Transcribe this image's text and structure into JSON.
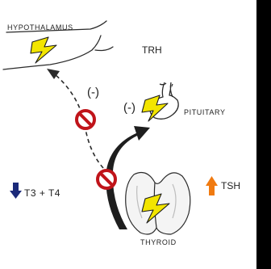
{
  "labels": {
    "hypothalamus": "HYPOTHALAMUS",
    "trh": "TRH",
    "pituitary": "PITUITARY",
    "thyroid": "THYROID",
    "neg_hypothalamus": "(-)",
    "neg_pituitary": "(-)",
    "hormones": "T3 + T4",
    "tsh": "TSH"
  },
  "colors": {
    "background": "#000000",
    "panel": "#ffffff",
    "line": "#2a2a2a",
    "lightning": "#f2e500",
    "inhibit": "#c0141a",
    "down_arrow": "#1b2a7a",
    "up_arrow": "#f07a10"
  },
  "icons": {
    "inhibit": "prohibition-sign",
    "stimulus": "lightning-bolt",
    "decrease": "down-arrow",
    "increase": "up-arrow"
  }
}
